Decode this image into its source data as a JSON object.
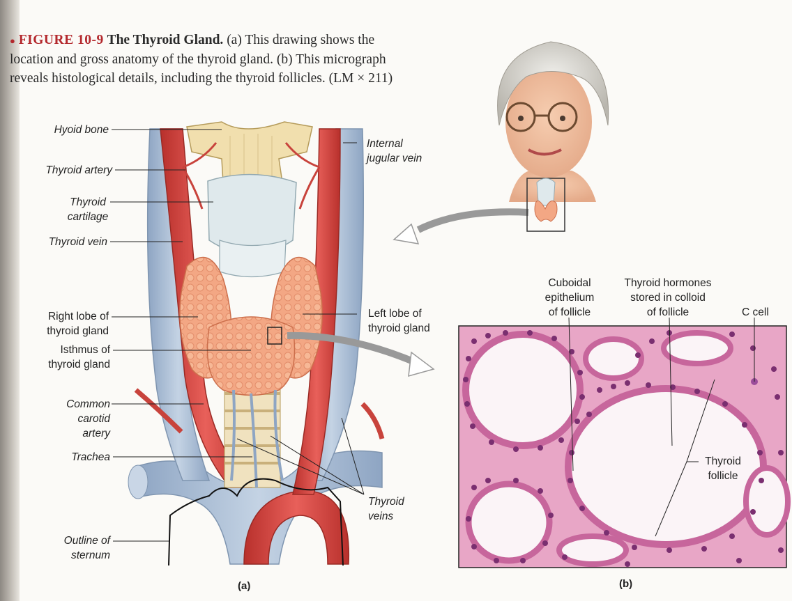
{
  "caption": {
    "bullet": "●",
    "figure_number": "FIGURE 10-9",
    "figure_title": "The Thyroid Gland.",
    "line1_rest": "(a) This drawing shows the",
    "line2": "location and gross anatomy of the thyroid gland. (b) This micrograph",
    "line3": "reveals histological details, including the thyroid follicles. (LM × 211)"
  },
  "panel_a": {
    "label": "(a)",
    "labels": {
      "hyoid_bone": "Hyoid bone",
      "thyroid_artery": "Thyroid artery",
      "thyroid_cartilage_1": "Thyroid",
      "thyroid_cartilage_2": "cartilage",
      "thyroid_vein": "Thyroid vein",
      "right_lobe_1": "Right lobe of",
      "right_lobe_2": "thyroid gland",
      "isthmus_1": "Isthmus of",
      "isthmus_2": "thyroid gland",
      "common_carotid_1": "Common",
      "common_carotid_2": "carotid",
      "common_carotid_3": "artery",
      "trachea": "Trachea",
      "outline_sternum_1": "Outline of",
      "outline_sternum_2": "sternum",
      "internal_jugular_1": "Internal",
      "internal_jugular_2": "jugular vein",
      "left_lobe_1": "Left lobe of",
      "left_lobe_2": "thyroid gland",
      "thyroid_veins_1": "Thyroid",
      "thyroid_veins_2": "veins"
    }
  },
  "panel_b": {
    "label": "(b)",
    "labels": {
      "cuboidal_1": "Cuboidal",
      "cuboidal_2": "epithelium",
      "cuboidal_3": "of follicle",
      "hormones_1": "Thyroid hormones",
      "hormones_2": "stored in colloid",
      "hormones_3": "of follicle",
      "c_cell": "C cell",
      "follicle_1": "Thyroid",
      "follicle_2": "follicle"
    }
  },
  "colors": {
    "artery": "#d8463f",
    "vein": "#a9bcd3",
    "gland": "#f0a27e",
    "cartilage": "#dfe9ec",
    "hyoid": "#f1dfae",
    "tissue": "#e8a6c6",
    "figure_red": "#b3282d"
  }
}
